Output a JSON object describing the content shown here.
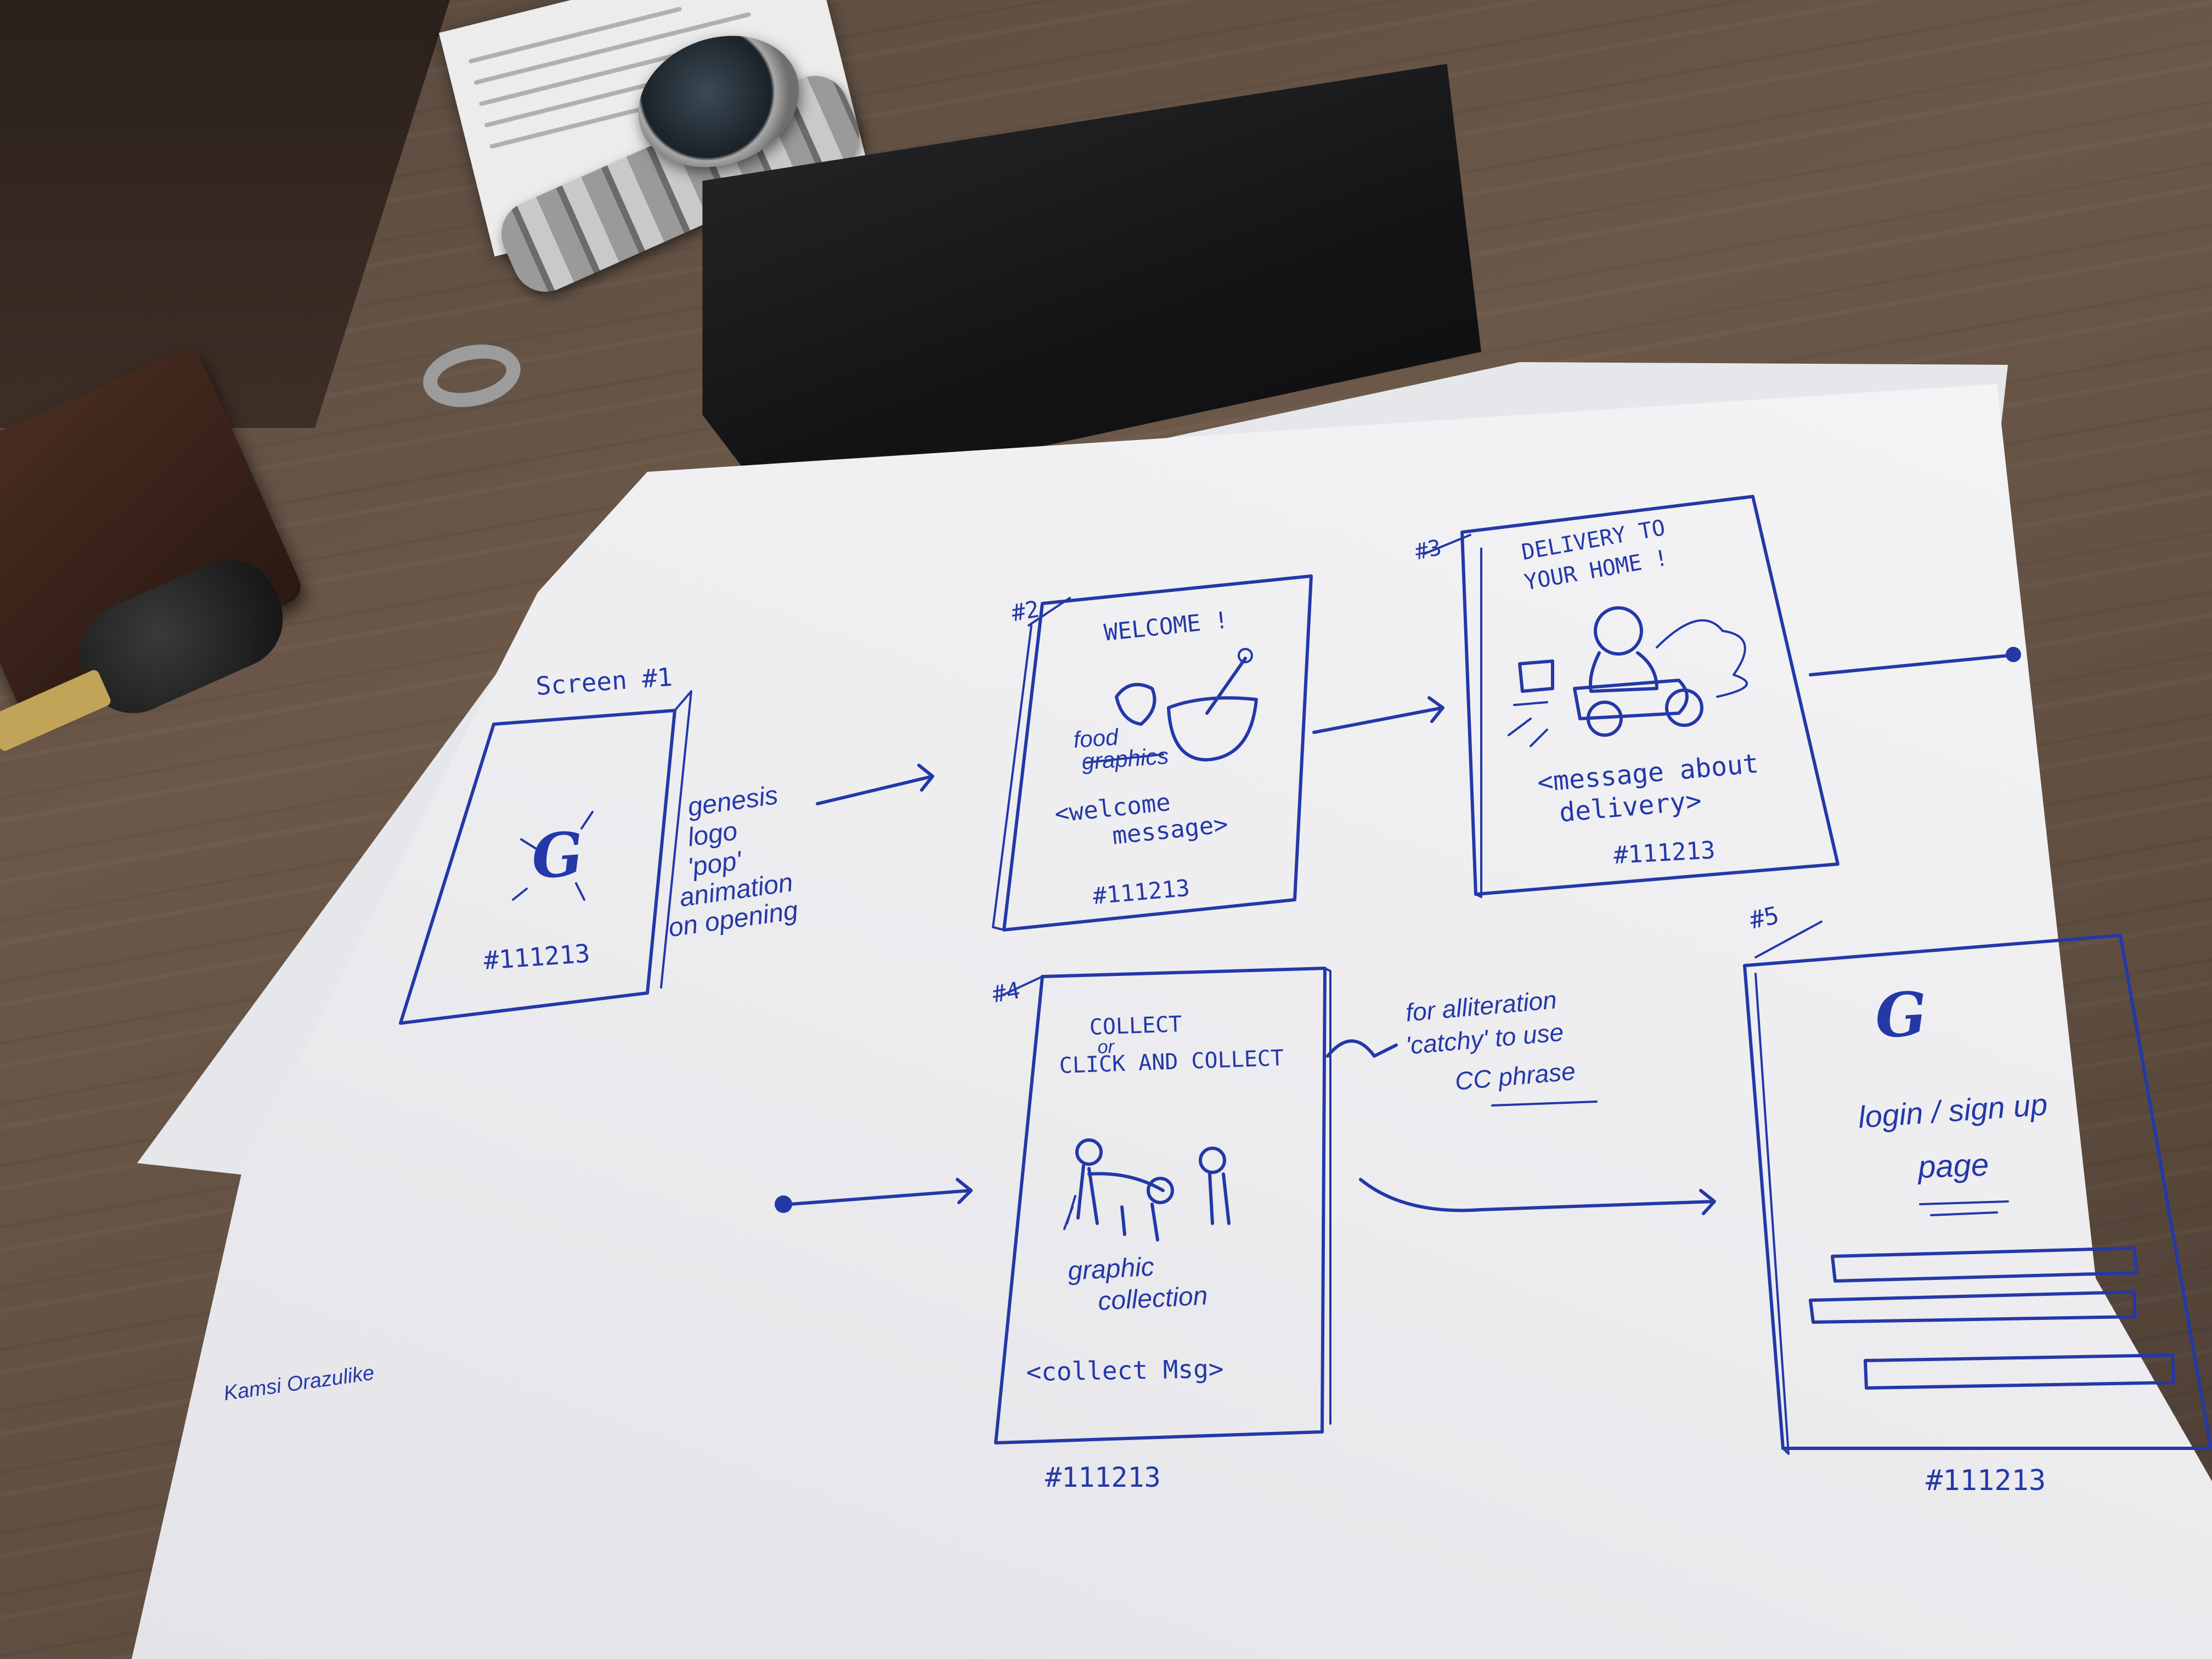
{
  "screen1": {
    "title": "Screen #1",
    "logo_glyph": "G",
    "annotation": [
      "genesis",
      "logo",
      "'pop'",
      "animation",
      "on opening"
    ],
    "code": "#111213"
  },
  "screen2": {
    "number": "#2",
    "heading": "WELCOME !",
    "graphics_label": [
      "food",
      "graphics"
    ],
    "message": [
      "<welcome",
      "message>"
    ],
    "code": "#111213"
  },
  "screen3": {
    "number": "#3",
    "heading": [
      "DELIVERY TO",
      "YOUR HOME !"
    ],
    "message": [
      "<message about",
      "delivery>"
    ],
    "code": "#111213"
  },
  "screen4": {
    "number": "#4",
    "heading": [
      "COLLECT",
      "or",
      "CLICK AND COLLECT"
    ],
    "side_note": [
      "for alliteration",
      "'catchy' to use",
      "CC phrase"
    ],
    "graphics_label": [
      "graphic",
      "collection"
    ],
    "message": "<collect Msg>",
    "code": "#111213"
  },
  "screen5": {
    "number": "#5",
    "logo_glyph": "G",
    "heading": [
      "login / sign up",
      "page"
    ],
    "code": "#111213"
  },
  "signature": "Kamsi Orazulike"
}
